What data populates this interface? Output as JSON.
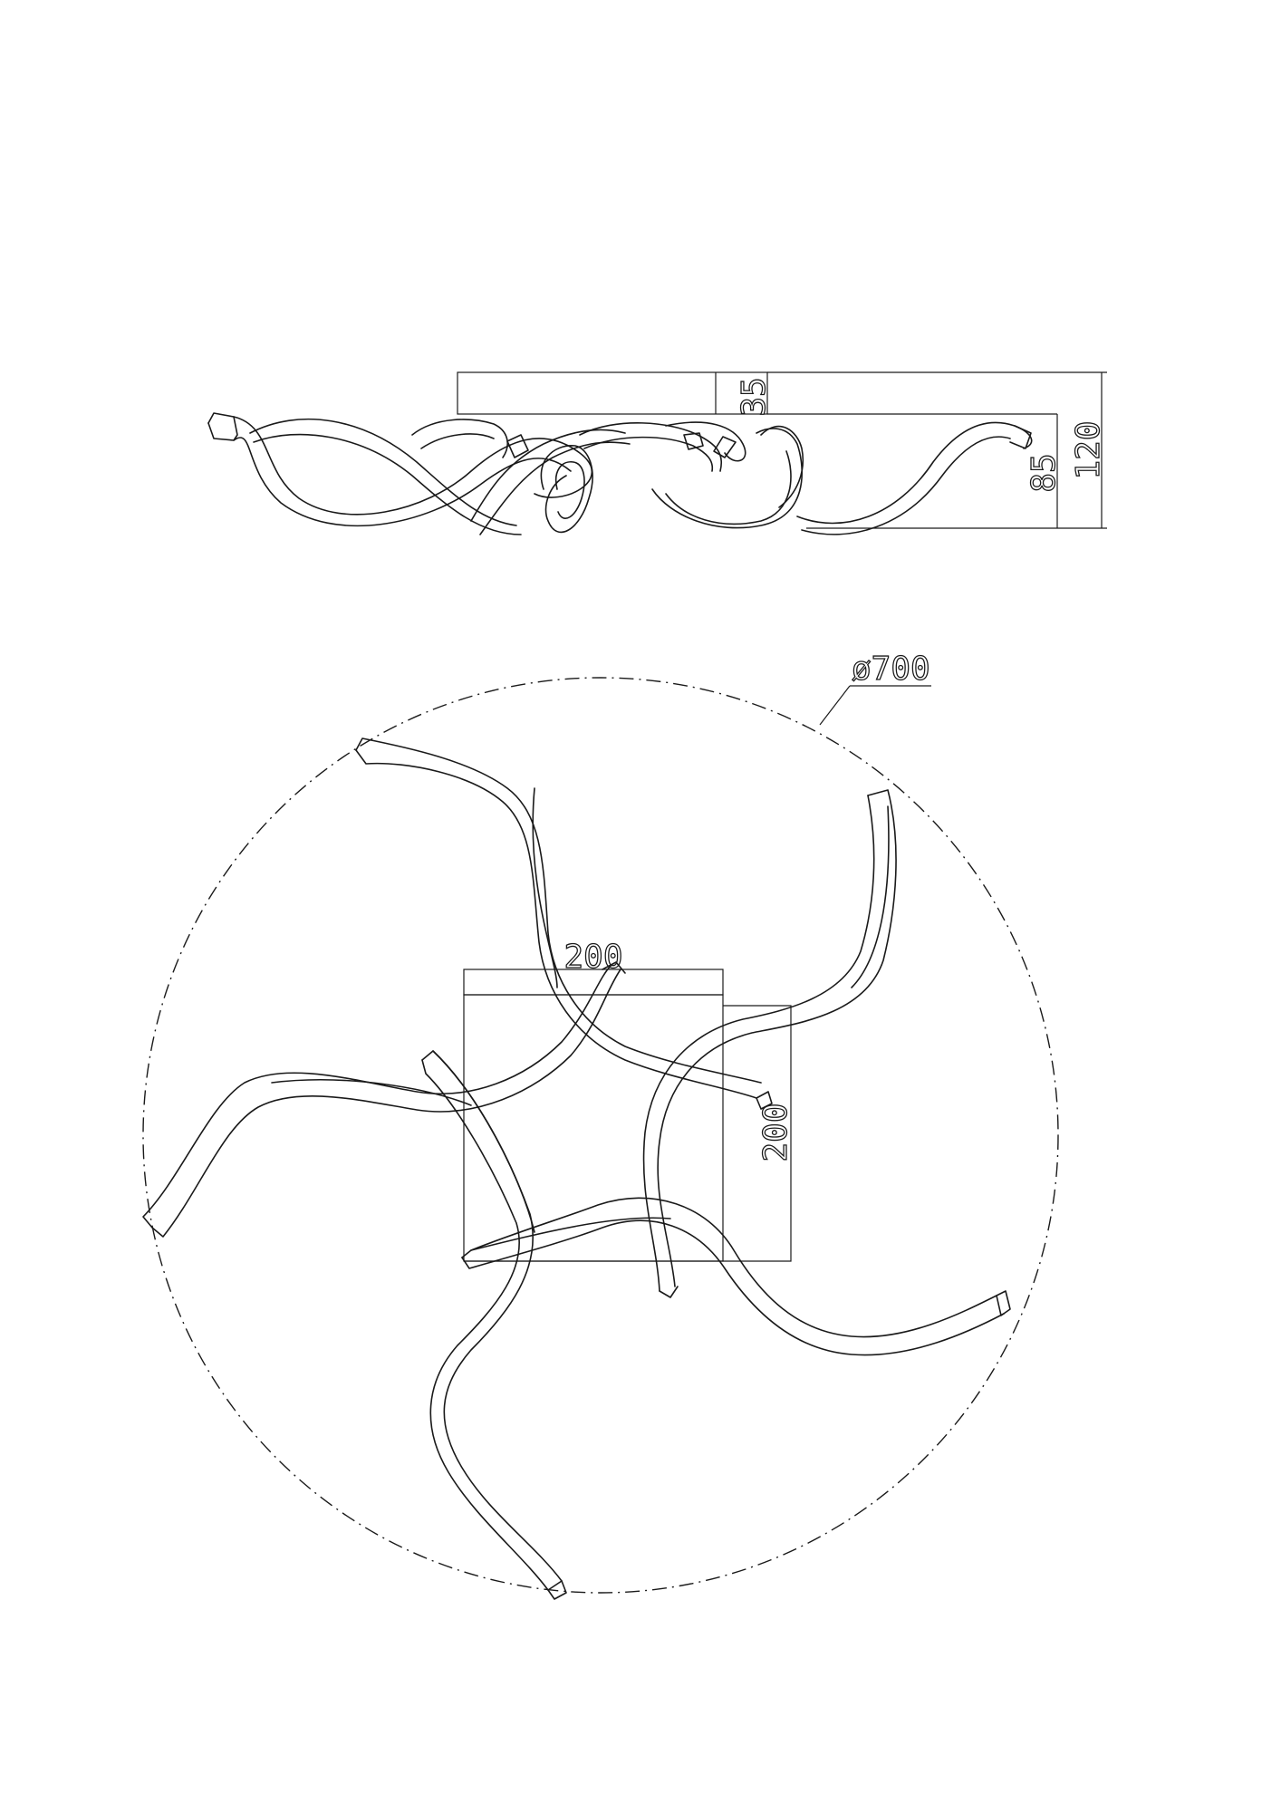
{
  "side_view": {
    "dim_base_height": "35",
    "dim_arms_height": "85",
    "dim_total_height": "120"
  },
  "top_view": {
    "dim_diameter": "ø700",
    "dim_base_width": "200",
    "dim_base_depth": "200"
  }
}
